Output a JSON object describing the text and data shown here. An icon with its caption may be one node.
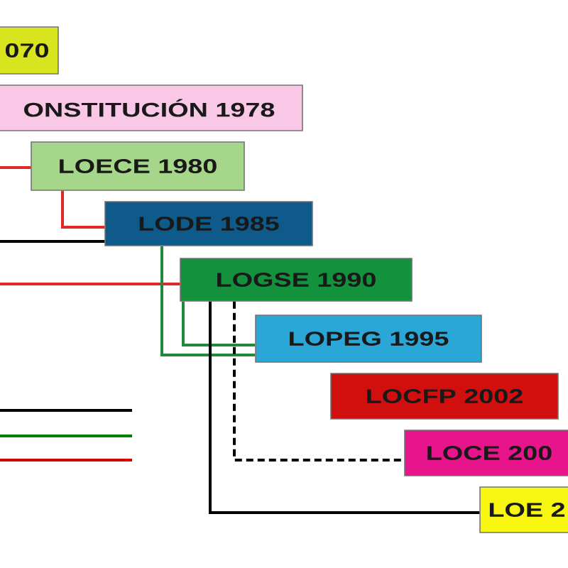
{
  "diagram": {
    "nodes": [
      {
        "text": [
          "070"
        ]
      },
      {
        "text": [
          "ONSTITUCIÓN 1978"
        ]
      },
      {
        "text": [
          "LOECE 1980"
        ]
      },
      {
        "text": [
          "LODE 1985"
        ]
      },
      {
        "text": [
          "LOGSE 1990"
        ]
      },
      {
        "text": [
          "LOPEG 1995"
        ]
      },
      {
        "text": [
          "LOCFP 2002"
        ]
      },
      {
        "text": [
          "LOCE 200"
        ]
      },
      {
        "text": [
          "LOE 2"
        ]
      }
    ],
    "edges": [
      {
        "from": null,
        "to": 2,
        "arrow": "none",
        "color": "#e02828"
      },
      {
        "from": 2,
        "to": 3,
        "arrow": "none",
        "color": "#e02828"
      },
      {
        "from": null,
        "to": 3,
        "arrow": "none",
        "color": "#000000"
      },
      {
        "from": null,
        "to": 4,
        "arrow": "none",
        "color": "#e02828"
      },
      {
        "from": 3,
        "to": 5,
        "arrow": "none",
        "color": "#1f8a3c"
      },
      {
        "from": 4,
        "to": 5,
        "arrow": "none",
        "color": "#1f8a3c"
      },
      {
        "from": 4,
        "to": 8,
        "arrow": "none",
        "color": "#000000"
      },
      {
        "from": 4,
        "to": 7,
        "arrow": "none",
        "style": "dashed",
        "color": "#000000"
      }
    ]
  }
}
